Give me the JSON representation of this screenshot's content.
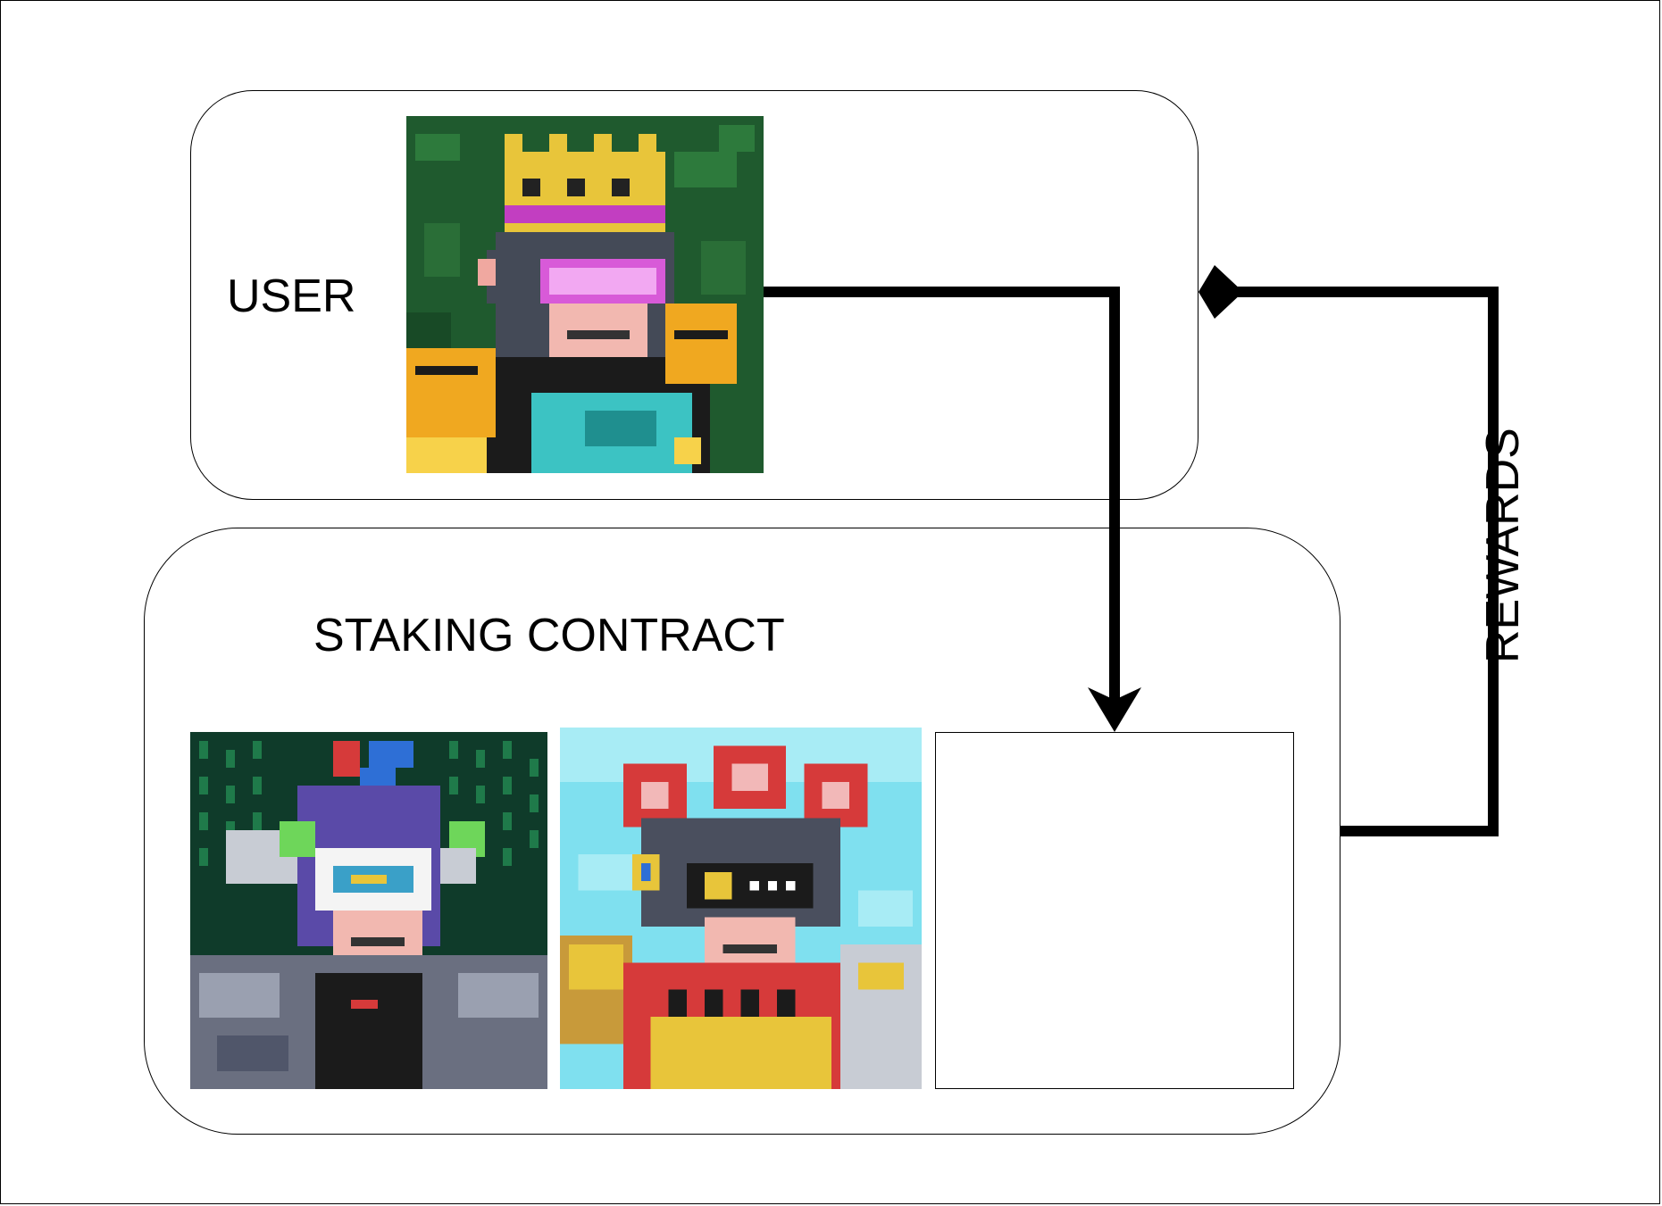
{
  "diagram": {
    "user": {
      "label": "USER",
      "nft": {
        "description_icon": "pixel-ape-king-icon",
        "background": "#1f5a2e"
      }
    },
    "staking_contract": {
      "label": "STAKING CONTRACT",
      "staked_nfts": [
        {
          "icon": "pixel-ape-matrix-icon",
          "background": "#0f3b2a"
        },
        {
          "icon": "pixel-ape-robot-icon",
          "background": "#7fe0ef"
        }
      ],
      "empty_slot": true
    },
    "flows": {
      "deposit": {
        "from": "user",
        "to": "staking_contract"
      },
      "rewards": {
        "label": "REWARDS",
        "from": "staking_contract",
        "to": "user"
      }
    },
    "colors": {
      "stroke": "#000000",
      "background": "#ffffff"
    }
  }
}
